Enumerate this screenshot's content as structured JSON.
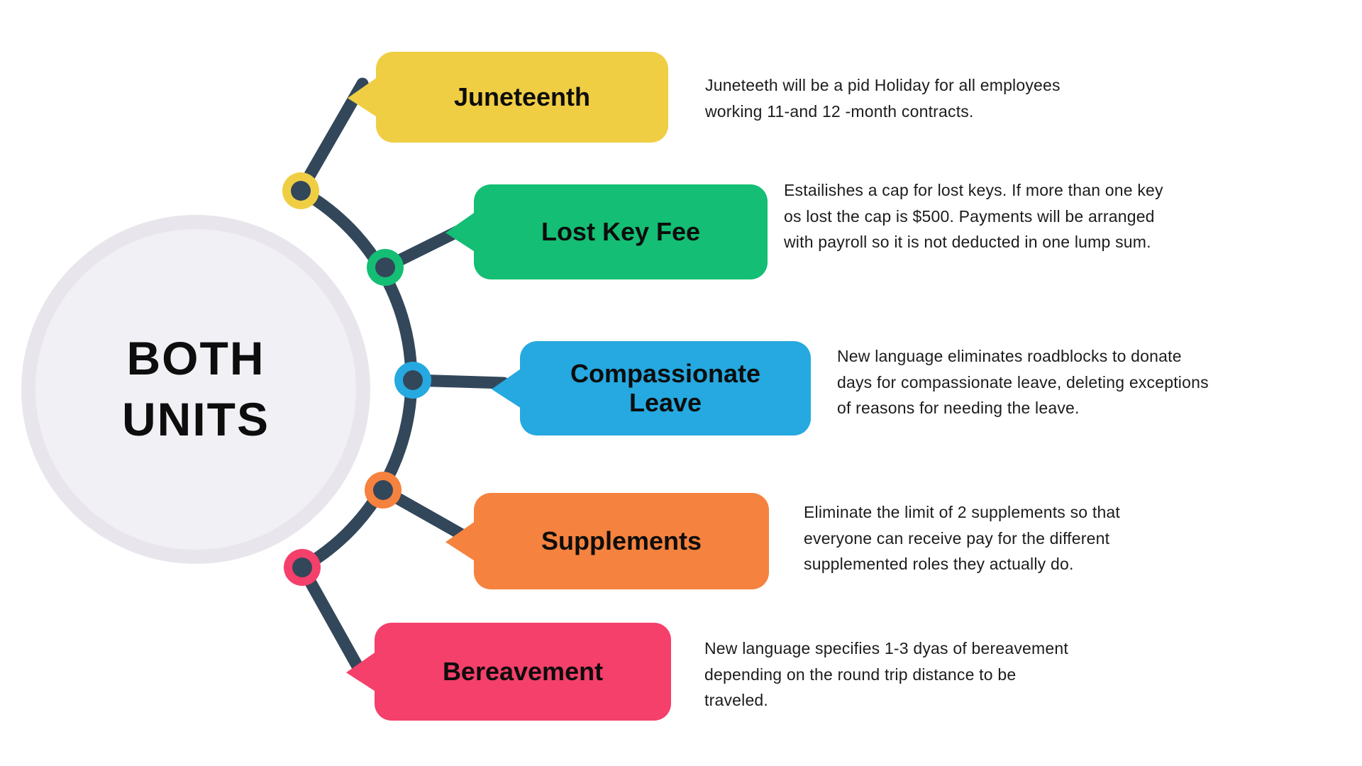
{
  "circle": {
    "label": "BOTH\nUNITS"
  },
  "items": [
    {
      "id": "juneteenth",
      "title": "Juneteenth",
      "description": "Juneteeth will be a pid Holiday for all employees\nworking 11-and 12 -month contracts.",
      "color": "#F0CE44"
    },
    {
      "id": "lost-key-fee",
      "title": "Lost Key Fee",
      "description": "Estailishes a cap for lost keys. If more than one key\nos lost the cap is $500. Payments will be arranged\nwith payroll so it is not deducted in one lump sum.",
      "color": "#14BE74"
    },
    {
      "id": "compassionate-leave",
      "title": "Compassionate Leave",
      "description": "New language eliminates roadblocks to donate\ndays for compassionate leave, deleting exceptions\nof reasons for needing the leave.",
      "color": "#25A9E0"
    },
    {
      "id": "supplements",
      "title": "Supplements",
      "description": "Eliminate the limit of 2 supplements so that\neveryone can receive pay for the different\nsupplemented roles they actually do.",
      "color": "#F5823E"
    },
    {
      "id": "bereavement",
      "title": "Bereavement",
      "description": "New language specifies 1-3 dyas of bereavement\ndepending on the round trip distance to be\ntraveled.",
      "color": "#F4406A"
    }
  ],
  "colors": {
    "connector": "#33475B",
    "circle_ring": "#E8E6EC",
    "circle_fill": "#F1F0F5",
    "heading_text": "#0D0D0D",
    "body_text": "#1C1C1C"
  }
}
